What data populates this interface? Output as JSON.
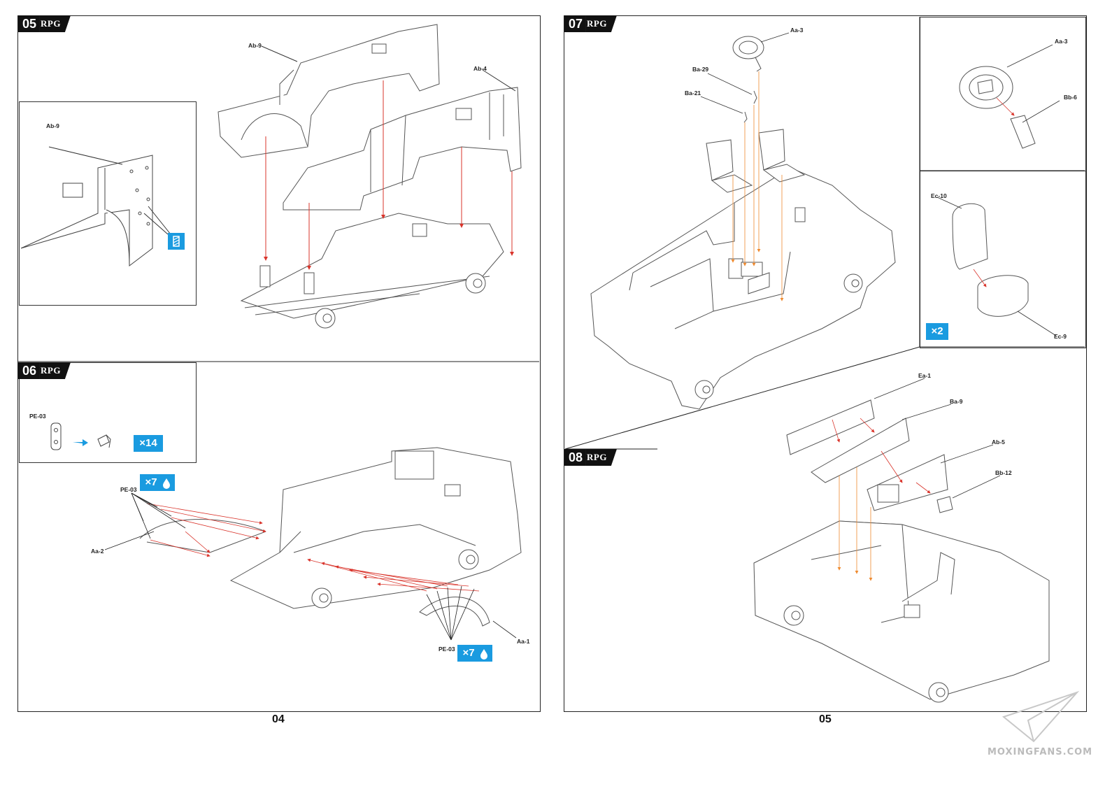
{
  "brand": "RPG",
  "left_page": {
    "page_number": "04",
    "step05": {
      "number": "05",
      "labels": {
        "ab9_detail": "Ab-9",
        "ab9": "Ab-9",
        "ab4": "Ab-4"
      }
    },
    "step06": {
      "number": "06",
      "labels": {
        "pe03_detail": "PE-03",
        "pe03_top": "PE-03",
        "pe03_bottom": "PE-03",
        "aa2": "Aa-2",
        "aa1": "Aa-1"
      },
      "qty_detail": "×14",
      "qty_top": "×7",
      "qty_bottom": "×7"
    }
  },
  "right_page": {
    "page_number": "05",
    "step07": {
      "number": "07",
      "labels": {
        "aa3": "Aa-3",
        "ba29": "Ba-29",
        "ba21": "Ba-21",
        "aa3_detail": "Aa-3",
        "bb6": "Bb-6",
        "ec10": "Ec-10",
        "ec9": "Ec-9"
      },
      "qty": "×2"
    },
    "step08": {
      "number": "08",
      "labels": {
        "ea1": "Ea-1",
        "ba9": "Ba-9",
        "ab5": "Ab-5",
        "bb12": "Bb-12"
      }
    }
  },
  "watermark": "MOXINGFANS.COM",
  "colors": {
    "accent_blue": "#1a9be0",
    "arrow_red": "#d9342b",
    "arrow_orange": "#ef8a2f",
    "line": "#333333"
  }
}
